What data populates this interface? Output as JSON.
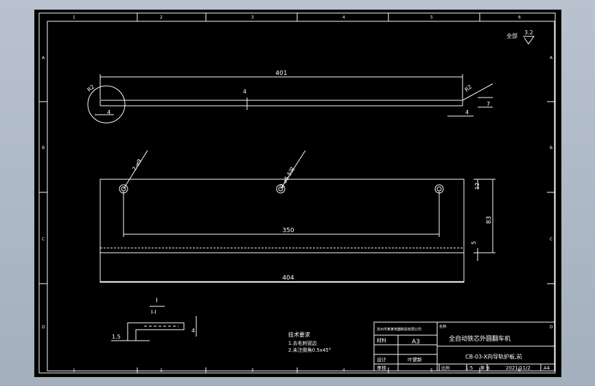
{
  "border": {
    "columns": [
      "1",
      "2",
      "3",
      "4",
      "5",
      "6"
    ],
    "rows": [
      "A",
      "B",
      "C",
      "D"
    ]
  },
  "roughness": {
    "label": "全部",
    "value": "3.2"
  },
  "top_view": {
    "dims": {
      "length": "401",
      "thickness": "4",
      "hole_offset_left": "4",
      "hole_offset_right": "4",
      "height": "7",
      "radius_left": "R2",
      "radius_right": "R2"
    }
  },
  "front_view": {
    "dims": {
      "hole_spacing": "350",
      "overall_length": "404",
      "height": "83",
      "hole_edge": "12",
      "bottom_edge": "5"
    },
    "callouts": {
      "left_hole": "2-⌀9",
      "mid_hole": "2-⌀5.5深"
    }
  },
  "section": {
    "label_top": "I",
    "label_section": "I-I",
    "dim_left": "1.5",
    "dim_right": "4"
  },
  "tech_requirements": {
    "title": "技术要求",
    "items": [
      "1.去毛刺锐边",
      "2.未注倒角0.5x45°"
    ]
  },
  "title_block": {
    "school": "苏州市某某电器制造有限公司",
    "material_label": "材料",
    "material_value": "A3",
    "design_label": "设计",
    "designer": "叶健新",
    "check_label": "审核",
    "project_label": "名称:",
    "project_name": "全自动铁芯外圆翻车机",
    "drawing_no": "CB-03-X向导轨护板,前",
    "scale_label": "比例",
    "scale": "1:5",
    "sheet_label": "第  张",
    "date": "2021/11/2",
    "paper": "A4"
  }
}
